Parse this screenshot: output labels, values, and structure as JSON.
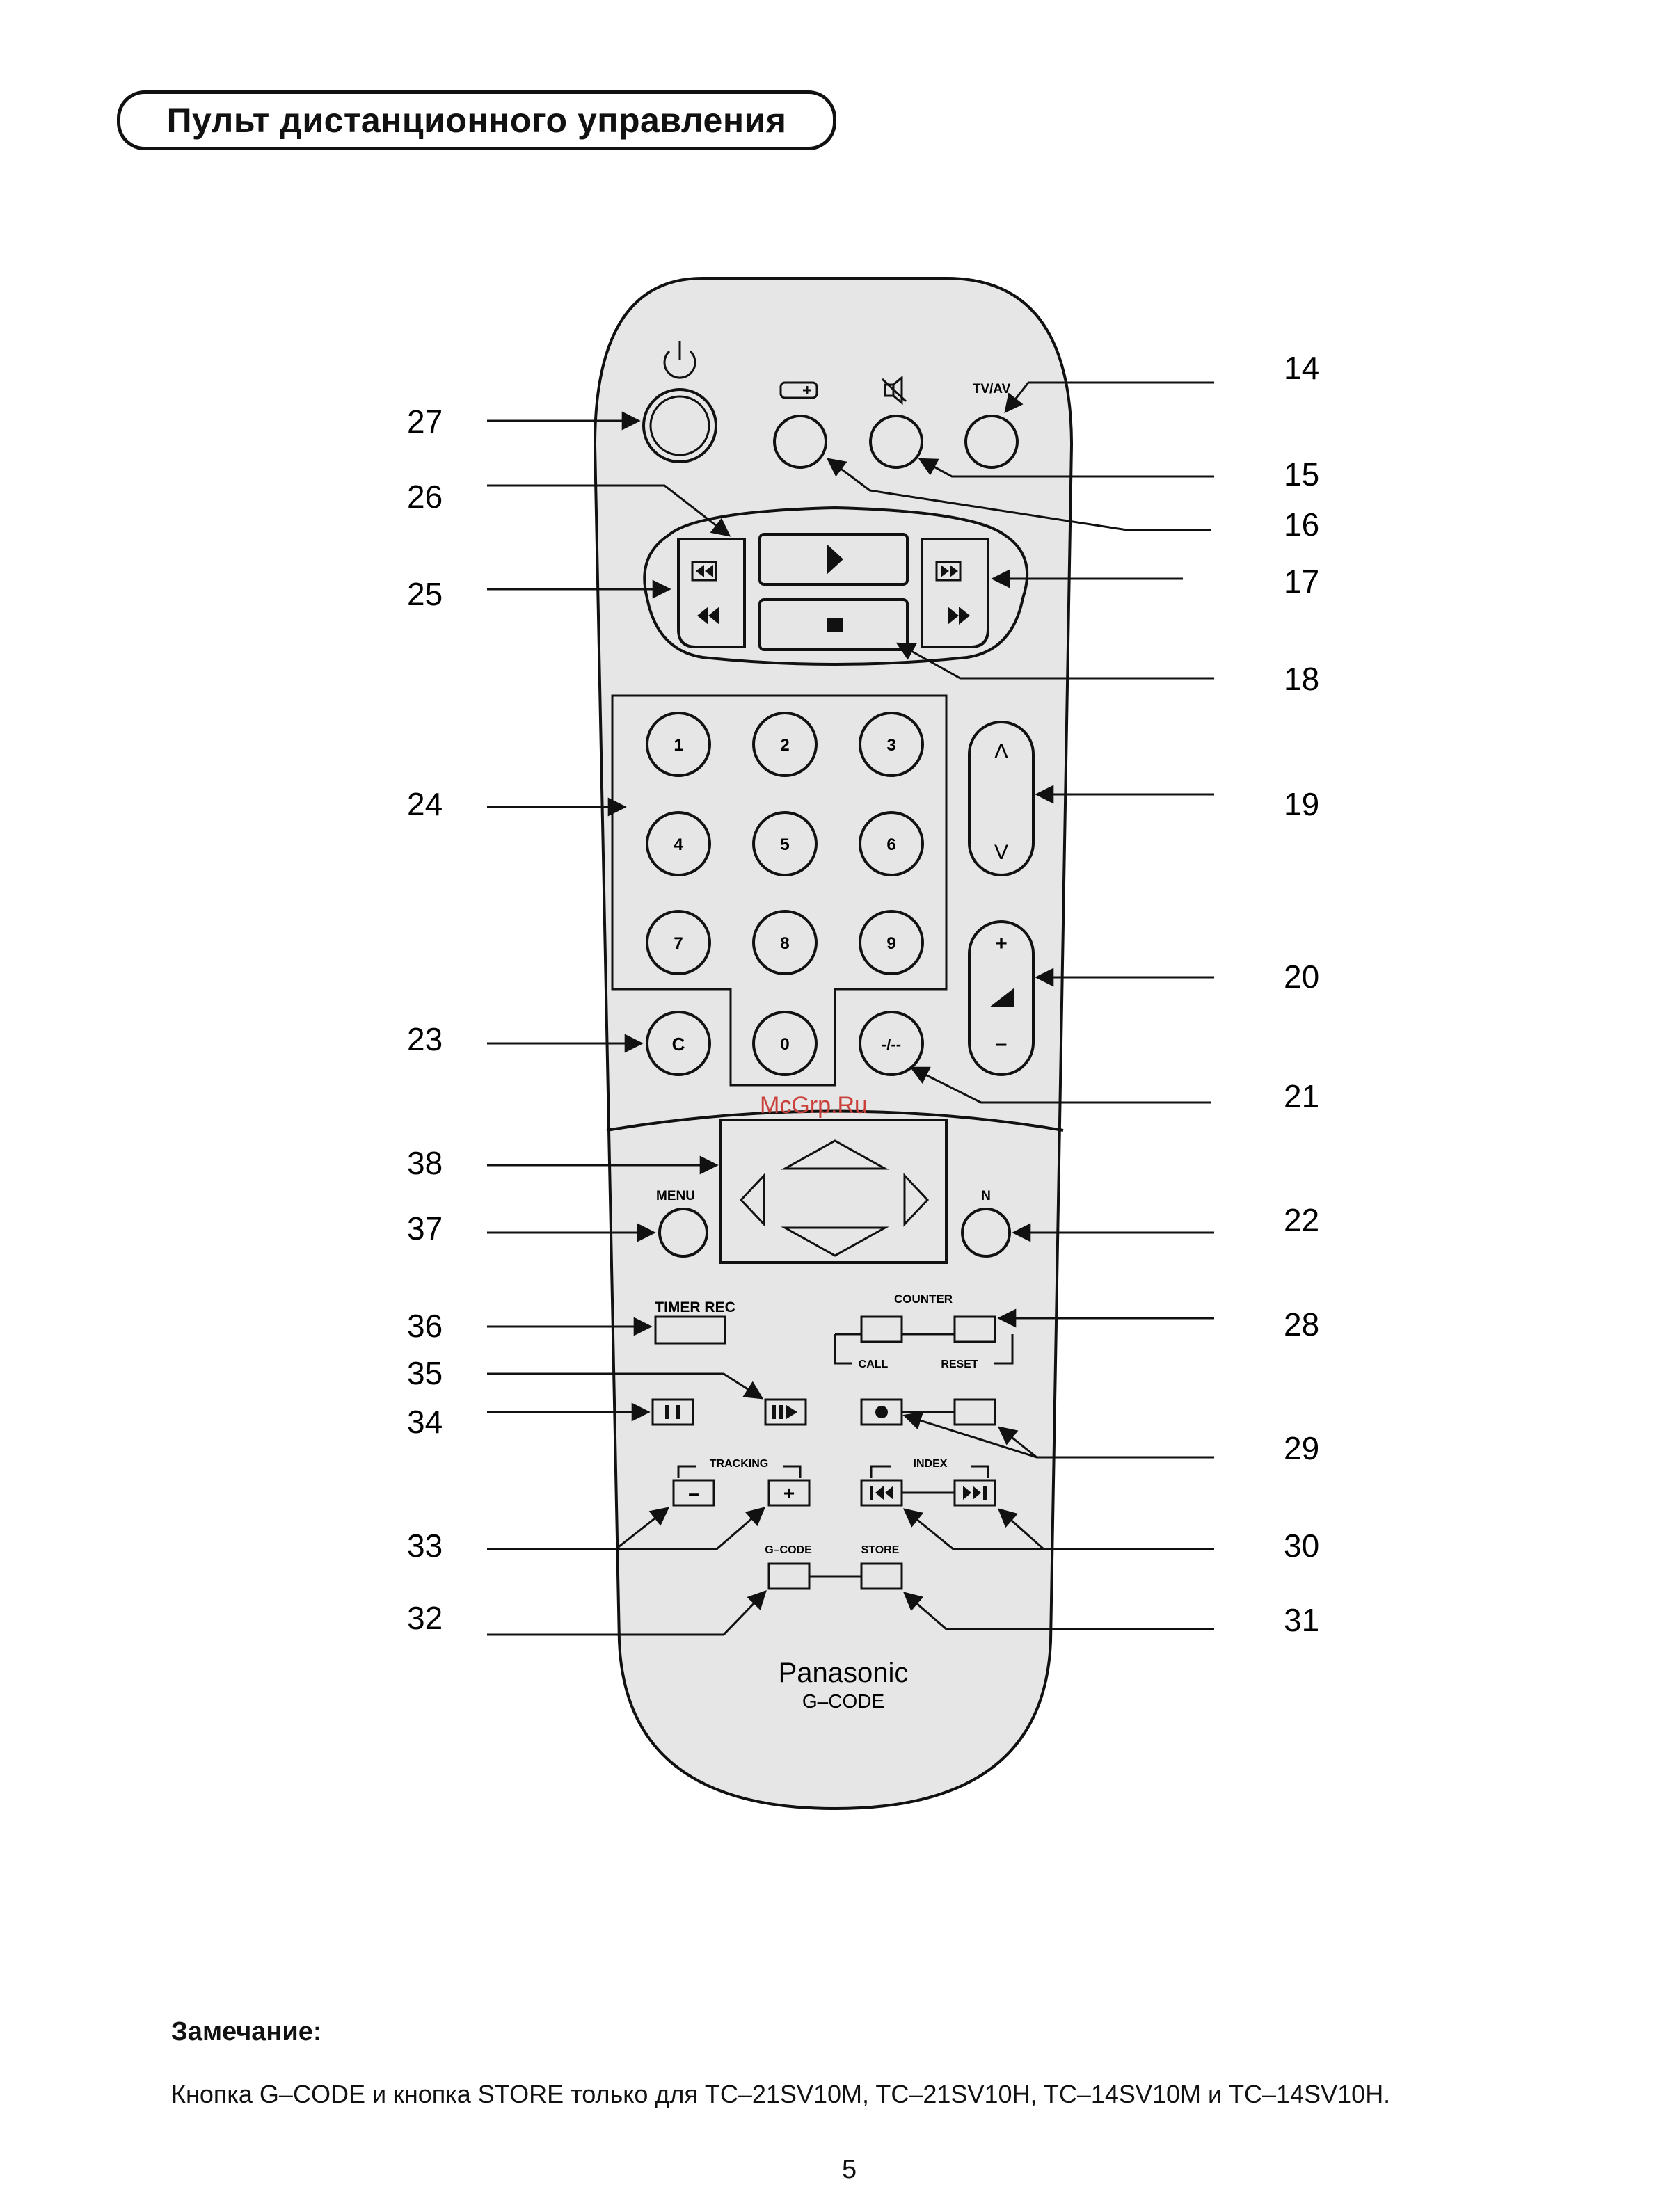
{
  "header": {
    "title": "Пульт дистанционного управления"
  },
  "watermark": "McGrp.Ru",
  "remote": {
    "buttons": {
      "tv_av": "TV/AV",
      "digits": [
        "1",
        "2",
        "3",
        "4",
        "5",
        "6",
        "7",
        "8",
        "9"
      ],
      "zero": "0",
      "clear": "C",
      "dash": "-/--",
      "ch_up": "Λ",
      "ch_down": "V",
      "vol_plus": "+",
      "vol_minus": "–",
      "menu": "MENU",
      "n": "N",
      "timer_rec": "TIMER REC",
      "counter": "COUNTER",
      "call": "CALL",
      "reset": "RESET",
      "tracking": "TRACKING",
      "tracking_minus": "–",
      "tracking_plus": "+",
      "index": "INDEX",
      "gcode": "G–CODE",
      "store": "STORE"
    },
    "brand": "Panasonic",
    "sub_brand": "G–CODE"
  },
  "callouts": {
    "n14": "14",
    "n15": "15",
    "n16": "16",
    "n17": "17",
    "n18": "18",
    "n19": "19",
    "n20": "20",
    "n21": "21",
    "n22": "22",
    "n23": "23",
    "n24": "24",
    "n25": "25",
    "n26": "26",
    "n27": "27",
    "n28": "28",
    "n29": "29",
    "n30": "30",
    "n31": "31",
    "n32": "32",
    "n33": "33",
    "n34": "34",
    "n35": "35",
    "n36": "36",
    "n37": "37",
    "n38": "38"
  },
  "note": {
    "heading": "Замечание:",
    "text": "Кнопка G–CODE и кнопка STORE  только для TC–21SV10M, TC–21SV10H, TC–14SV10M и TC–14SV10H."
  },
  "page_number": "5"
}
